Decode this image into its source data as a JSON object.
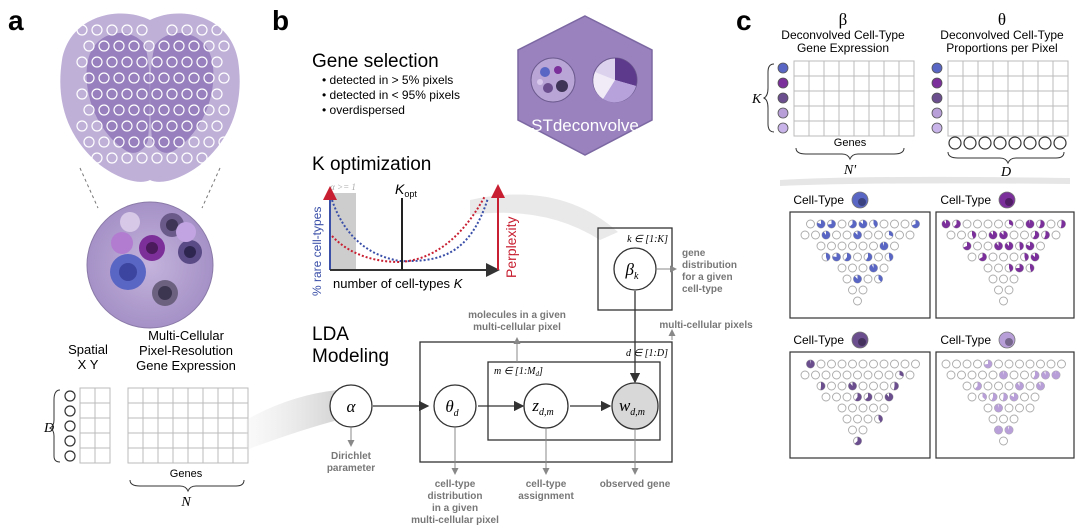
{
  "panels": {
    "a": "a",
    "b": "b",
    "c": "c"
  },
  "panel_a": {
    "spatial_title": [
      "Spatial",
      "X Y"
    ],
    "expr_title": [
      "Multi-Cellular",
      "Pixel-Resolution",
      "Gene Expression"
    ],
    "genes_label": "Genes",
    "n_label": "N",
    "d_label": "D"
  },
  "panel_b": {
    "gene_selection_title": "Gene selection",
    "gene_selection_items": [
      "• detected in > 5% pixels",
      "• detected in < 95% pixels",
      "• overdispersed"
    ],
    "logo_text": "STdeconvolve",
    "k_opt_title": "K optimization",
    "k_plot": {
      "alpha_label": "α >= 1",
      "kopt_label": "K",
      "kopt_sub": "opt",
      "y_left": "% rare cell-types",
      "y_right": "Perplexity",
      "x_label": "number of cell-types",
      "x_var": "K",
      "colors": {
        "rare": "#3a4fa8",
        "perplexity": "#c82032"
      }
    },
    "lda_title": [
      "LDA",
      "Modeling"
    ],
    "nodes": {
      "alpha": "α",
      "theta": "θ",
      "theta_sub": "d",
      "z": "z",
      "z_sub": "d,m",
      "w": "w",
      "w_sub": "d,m",
      "beta": "β",
      "beta_sub": "k"
    },
    "plates": {
      "k_plate": "k ∈ [1:K]",
      "d_plate": "d ∈ [1:D]",
      "m_plate_pre": "m ∈ [1:M",
      "m_plate_sub": "d",
      "m_plate_post": "]"
    },
    "annotations": {
      "molecules": [
        "molecules in a given",
        "multi-cellular pixel"
      ],
      "multi_pixels": "multi-cellular pixels",
      "gene_dist": [
        "gene",
        "distribution",
        "for a given",
        "cell-type"
      ],
      "dirichlet": [
        "Dirichlet",
        "parameter"
      ],
      "celltype_dist": [
        "cell-type",
        "distribution",
        "in a given",
        "multi-cellular pixel"
      ],
      "celltype_assign": [
        "cell-type",
        "assignment"
      ],
      "observed_gene": "observed gene"
    }
  },
  "panel_c": {
    "beta_symbol": "β",
    "beta_title": [
      "Deconvolved Cell-Type",
      "Gene Expression"
    ],
    "theta_symbol": "θ",
    "theta_title": [
      "Deconvolved Cell-Type",
      "Proportions per Pixel"
    ],
    "k_label": "K",
    "genes_label": "Genes",
    "n_prime": "N'",
    "d_label": "D",
    "celltype_label": "Cell-Type",
    "celltype_colors": [
      "#5a66c4",
      "#7a2f9a",
      "#6a4e8e",
      "#b89fd8"
    ]
  }
}
